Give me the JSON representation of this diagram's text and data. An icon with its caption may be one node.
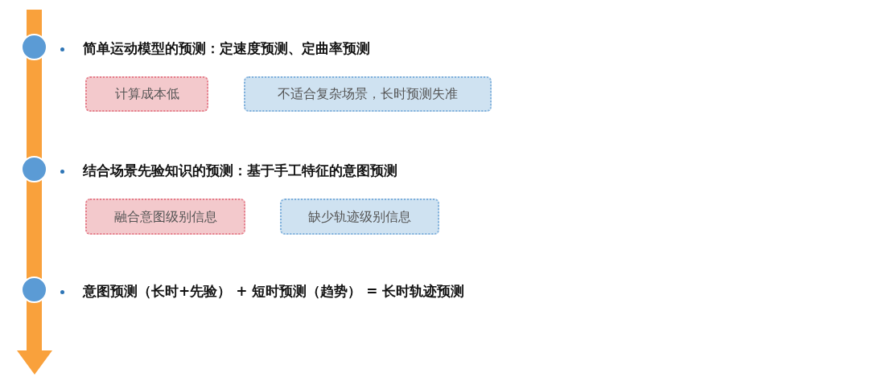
{
  "diagram": {
    "nodes": [
      {
        "text": [],
        "shape": "circle"
      },
      {
        "text": [
          "计算成本低"
        ]
      },
      {
        "text": [
          "不适合复杂场景，长时预测失准"
        ]
      },
      {
        "text": [],
        "shape": "circle"
      },
      {
        "text": [
          "融合意图级别信息"
        ]
      },
      {
        "text": [
          "缺少轨迹级别信息"
        ]
      },
      {
        "text": [],
        "shape": "circle"
      }
    ],
    "labels": [
      "简单运动模型的预测：定速度预测、定曲率预测",
      "结合场景先验知识的预测：基于手工特征的意图预测",
      "意图预测（长时+先验） + 短时预测（趋势） = 长时轨迹预测"
    ]
  }
}
